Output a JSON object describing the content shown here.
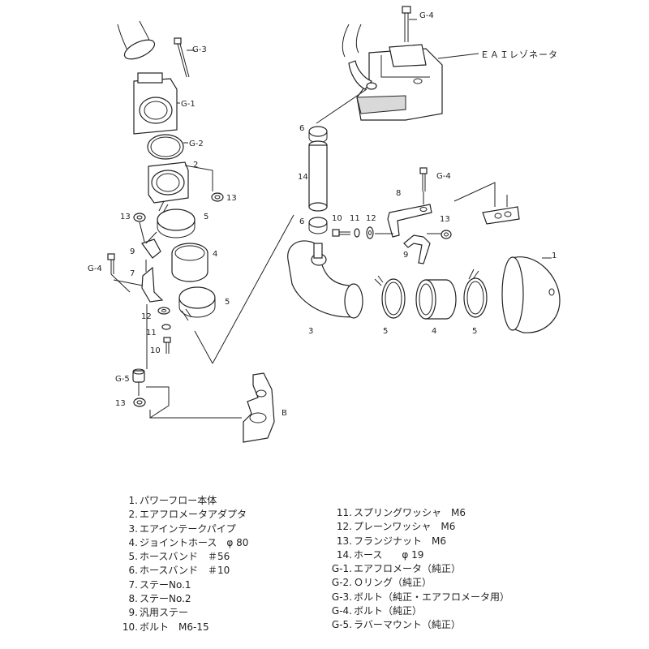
{
  "callouts": {
    "g3": "G-3",
    "g1": "G-1",
    "g2": "G-2",
    "g4_top": "G-4",
    "g4_mid": "G-4",
    "g4_left": "G-4",
    "g5": "G-5",
    "resonator": "ＥＡＩレゾネータ",
    "n2": "2",
    "n13_a": "13",
    "n13_b": "13",
    "n13_c": "13",
    "n13_d": "13",
    "n5_a": "5",
    "n5_b": "5",
    "n5_c": "5",
    "n5_d": "5",
    "n4_a": "4",
    "n4_b": "4",
    "n9_a": "9",
    "n9_b": "9",
    "n7": "7",
    "n12_a": "12",
    "n12_b": "12",
    "n11_a": "11",
    "n11_b": "11",
    "n10_a": "10",
    "n10_b": "10",
    "n6_a": "6",
    "n6_b": "6",
    "n14": "14",
    "n8": "8",
    "n3": "3",
    "n1": "1",
    "b": "B"
  },
  "legend_left": [
    {
      "num": "1.",
      "text": "パワーフロー本体"
    },
    {
      "num": "2.",
      "text": "エアフロメータアダプタ"
    },
    {
      "num": "3.",
      "text": "エアインテークパイプ"
    },
    {
      "num": "4.",
      "text": "ジョイントホース　φ 80"
    },
    {
      "num": "5.",
      "text": "ホースバンド　＃56"
    },
    {
      "num": "6.",
      "text": "ホースバンド　＃10"
    },
    {
      "num": "7.",
      "text": "ステーNo.1"
    },
    {
      "num": "8.",
      "text": "ステーNo.2"
    },
    {
      "num": "9.",
      "text": "汎用ステー"
    },
    {
      "num": "10.",
      "text": "ボルト　M6-15"
    }
  ],
  "legend_right": [
    {
      "num": "11.",
      "text": "スプリングワッシャ　M6"
    },
    {
      "num": "12.",
      "text": "プレーンワッシャ　M6"
    },
    {
      "num": "13.",
      "text": "フランジナット　M6"
    },
    {
      "num": "14.",
      "text": "ホース　　φ 19"
    },
    {
      "num": "G-1.",
      "text": "エアフロメータ（純正）"
    },
    {
      "num": "G-2.",
      "text": "Ｏリング（純正）"
    },
    {
      "num": "G-3.",
      "text": "ボルト（純正・エアフロメータ用）"
    },
    {
      "num": "G-4.",
      "text": "ボルト（純正）"
    },
    {
      "num": "G-5.",
      "text": "ラバーマウント（純正）"
    }
  ]
}
